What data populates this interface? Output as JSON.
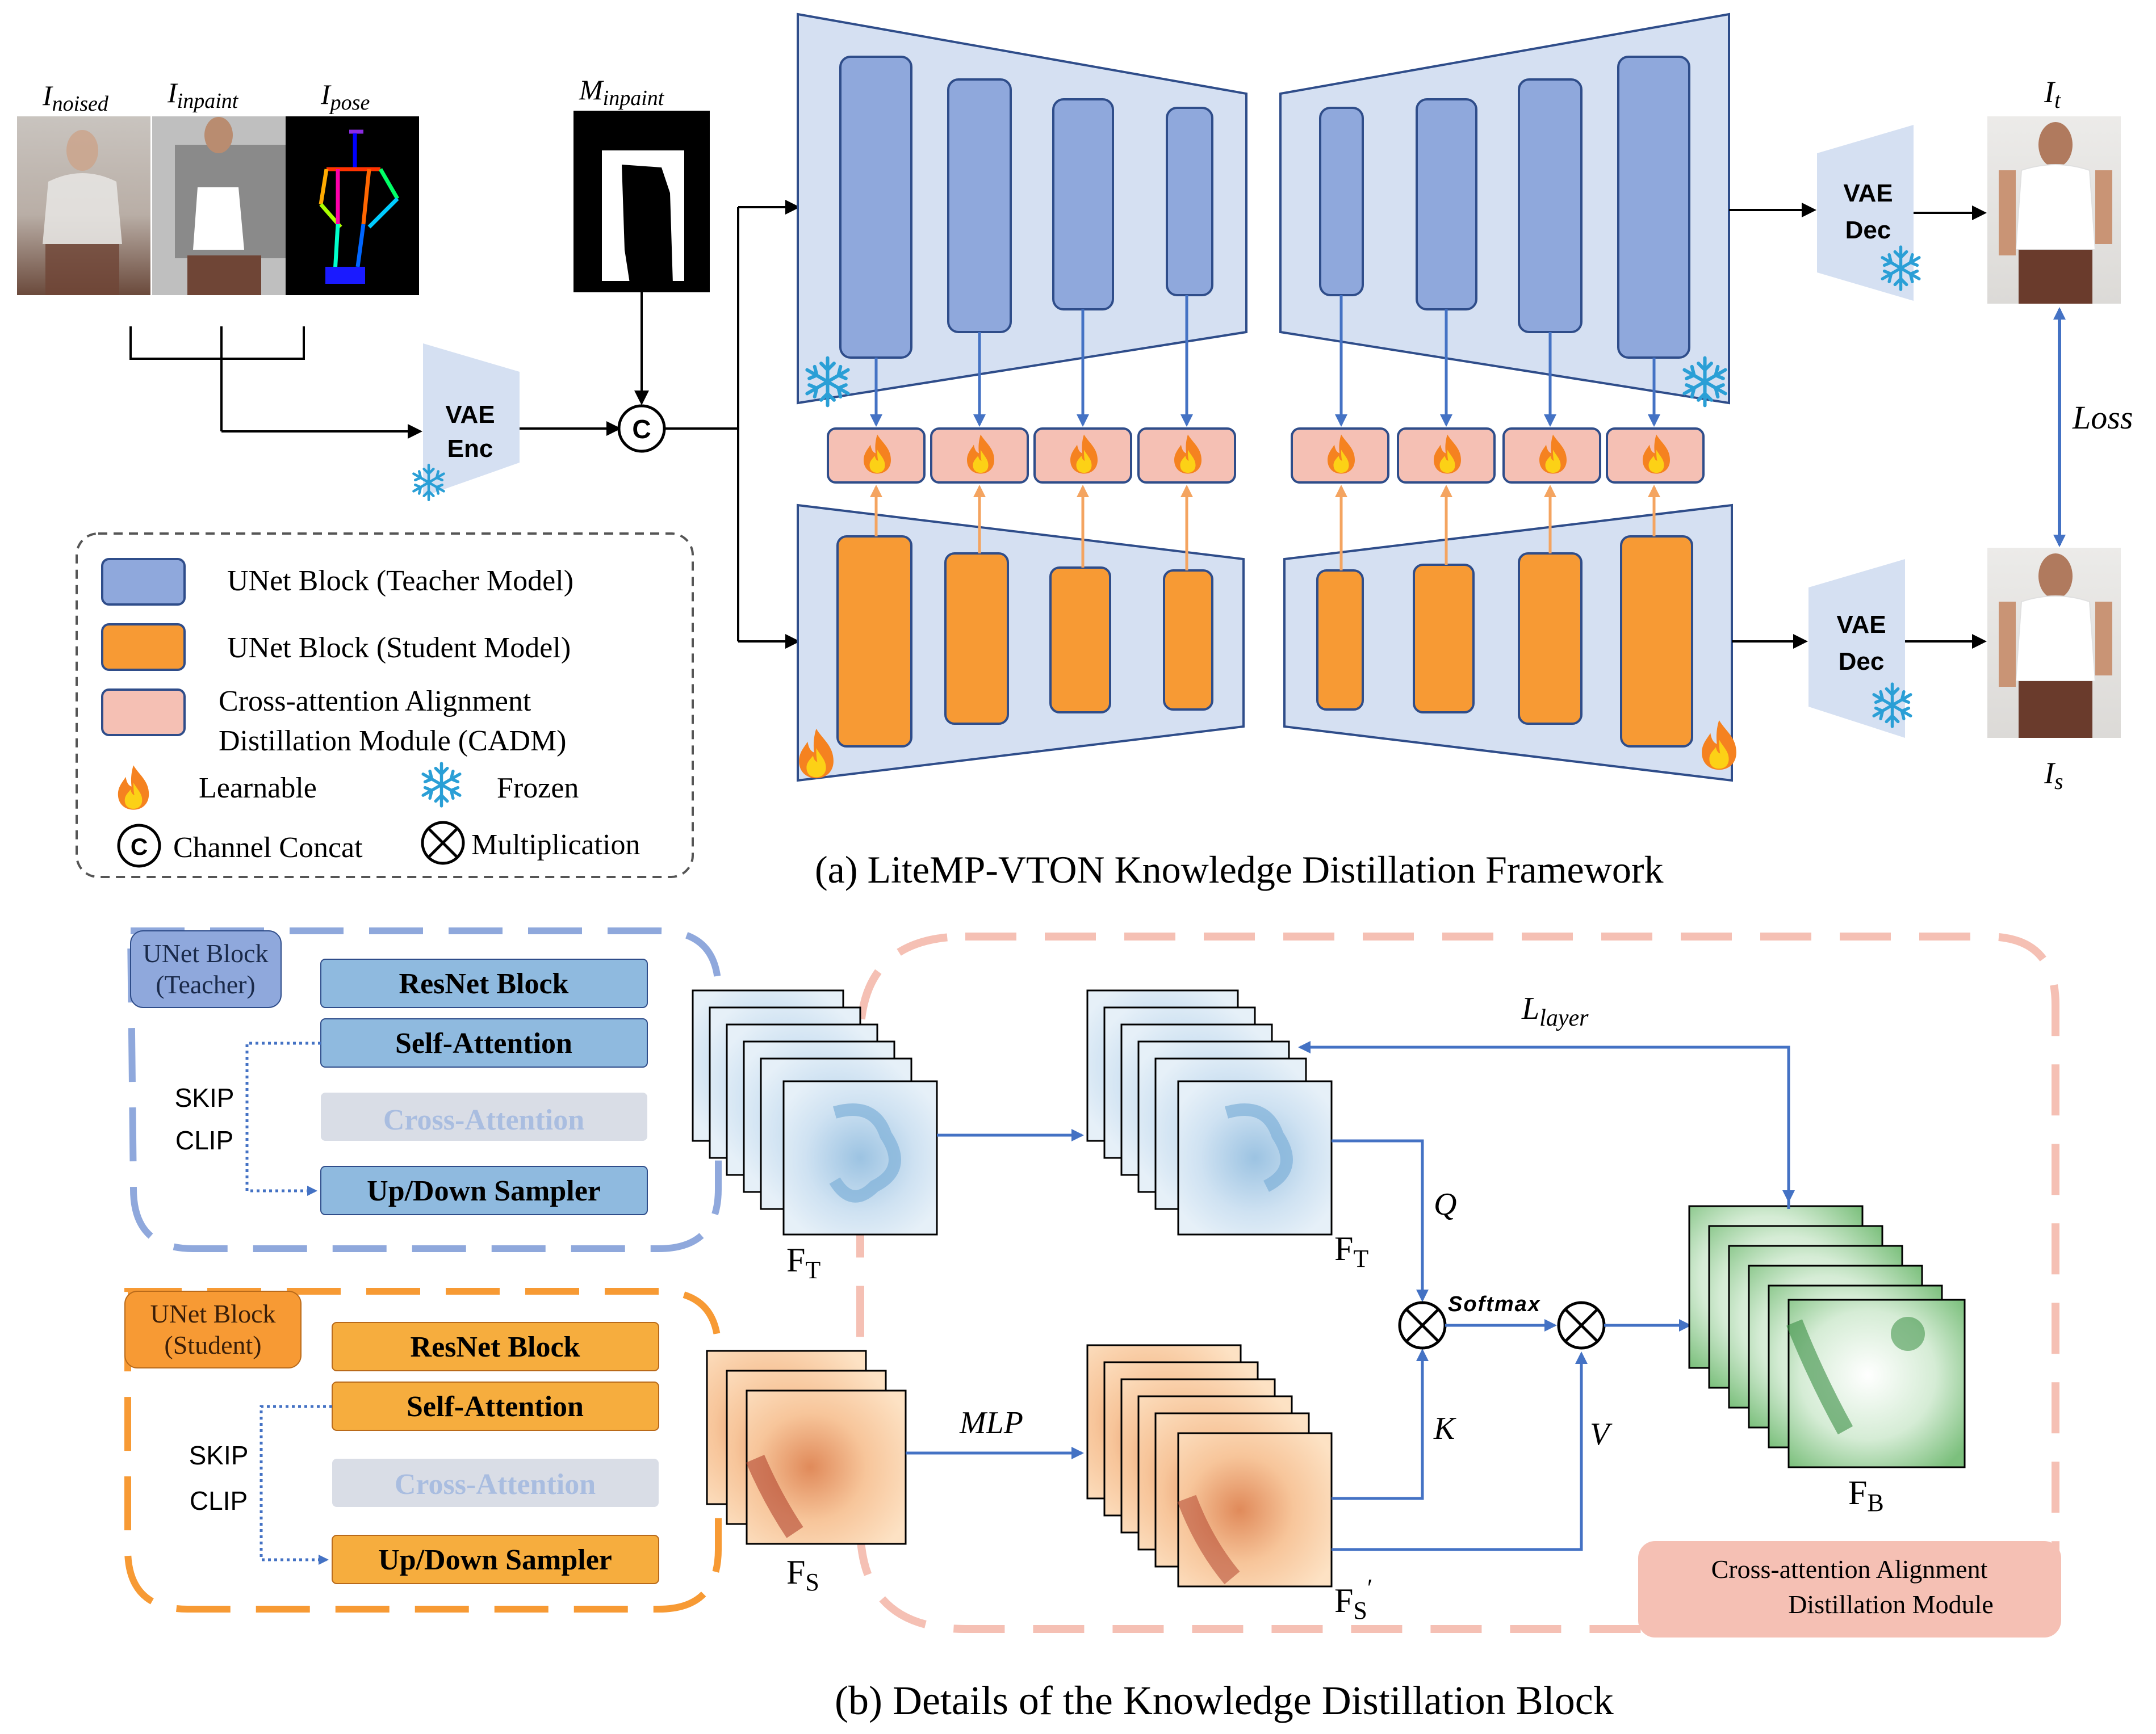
{
  "part_a": {
    "caption": "(a) LiteMP-VTON Knowledge Distillation Framework",
    "inputs": {
      "noised": {
        "base": "I",
        "sub": "noised"
      },
      "inpaint": {
        "base": "I",
        "sub": "inpaint"
      },
      "pose": {
        "base": "I",
        "sub": "pose"
      },
      "mask": {
        "base": "M",
        "sub": "inpaint"
      }
    },
    "vae_enc": {
      "line1": "VAE",
      "line2": "Enc"
    },
    "vae_dec_teacher": {
      "line1": "VAE",
      "line2": "Dec"
    },
    "vae_dec_student": {
      "line1": "VAE",
      "line2": "Dec"
    },
    "concat_symbol": "C",
    "loss_label": "Loss",
    "outputs": {
      "teacher": {
        "base": "I",
        "sub": "t"
      },
      "student": {
        "base": "I",
        "sub": "s"
      }
    },
    "legend": {
      "teacher_block": "UNet Block (Teacher Model)",
      "student_block": "UNet Block (Student Model)",
      "cadm_line1": "Cross-attention Alignment",
      "cadm_line2": "Distillation Module (CADM)",
      "learnable": "Learnable",
      "frozen": "Frozen",
      "concat_symbol": "C",
      "concat": "Channel Concat",
      "multiplication": "Multiplication"
    }
  },
  "part_b": {
    "caption": "(b) Details of the Knowledge Distillation Block",
    "teacher_block": {
      "title_line1": "UNet Block",
      "title_line2": "(Teacher)",
      "layers": [
        "ResNet Block",
        "Self-Attention",
        "Cross-Attention",
        "Up/Down Sampler"
      ],
      "skip_line1": "SKIP",
      "skip_line2": "CLIP"
    },
    "student_block": {
      "title_line1": "UNet Block",
      "title_line2": "(Student)",
      "layers": [
        "ResNet Block",
        "Self-Attention",
        "Cross-Attention",
        "Up/Down Sampler"
      ],
      "skip_line1": "SKIP",
      "skip_line2": "CLIP"
    },
    "feature_labels": {
      "ft_base": "F",
      "ft_sub": "T",
      "ft2_base": "F",
      "ft2_sub": "T",
      "fs_base": "F",
      "fs_sub": "S",
      "fsp_base": "F",
      "fsp_sub": "S",
      "fsp_prime": "′",
      "fb_base": "F",
      "fb_sub": "B"
    },
    "mlp": "MLP",
    "q": "Q",
    "k": "K",
    "v": "V",
    "softmax": "Softmax",
    "l_layer_base": "L",
    "l_layer_sub": "layer",
    "cadm_label_line1": "Cross-attention Alignment",
    "cadm_label_line2": "Distillation Module"
  },
  "colors": {
    "teacher": "#8fa8dc",
    "student": "#f79a34",
    "cadm": "#f5c0b4",
    "panel": "#d5e0f2",
    "arrow_blue": "#4472c4"
  }
}
